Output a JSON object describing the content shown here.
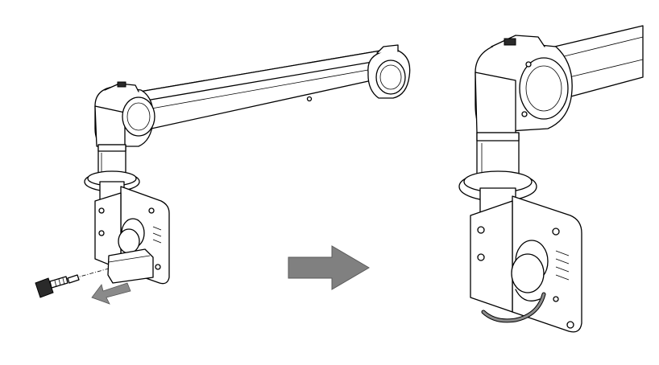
{
  "figure": {
    "panels": [
      {
        "id": "before",
        "subject": "mounting-arm-with-cover-being-removed"
      },
      {
        "id": "after",
        "subject": "mounting-arm-with-cable-exposed"
      }
    ],
    "transition": {
      "symbol": "right-arrow",
      "color": "#808080"
    },
    "removal_indicator": {
      "symbol": "down-left-arrow",
      "color": "#8a8a8a"
    },
    "cable_color": "#8c8c8c"
  }
}
